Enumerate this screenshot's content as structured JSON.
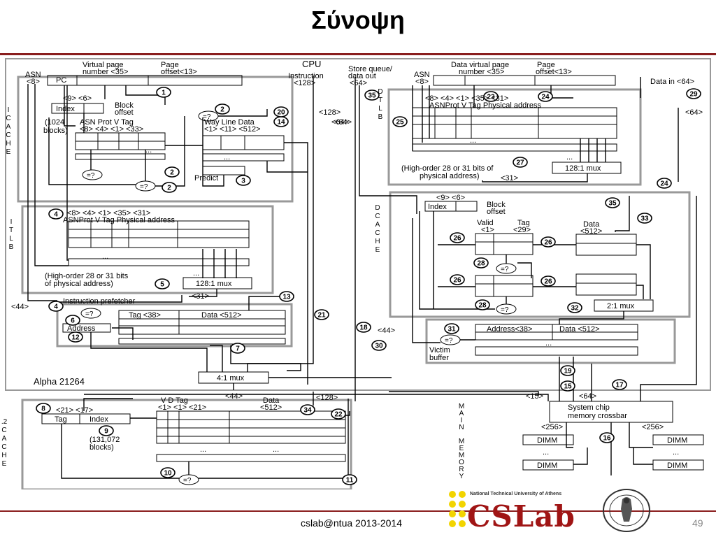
{
  "slide": {
    "title": "Σύνοψη",
    "footer": "cslab@ntua 2013-2014",
    "page_number": "49",
    "logo_text": "CSLab",
    "university": "National Technical University of Athens",
    "accent_color": "#8a1e1e",
    "logo_color": "#a01515",
    "dot_color": "#f2d400"
  },
  "diagram": {
    "cpu": "CPU",
    "alpha": "Alpha 21264",
    "pc": "PC",
    "asn": "ASN",
    "asn_bits": "<8>",
    "virtual_page": "Virtual page",
    "number_35": "number <35>",
    "page": "Page",
    "offset_13": "offset<13>",
    "instruction": "Instruction",
    "b128": "<128>",
    "store_queue": "Store queue/",
    "data_out": "data out",
    "b64": "<64>",
    "data_virtual_page": "Data virtual page",
    "data_in": "Data in <64>",
    "icache_bits": "<9>     <6>",
    "index": "Index",
    "block": "Block",
    "offset": "offset",
    "blocks_1024": "(1024",
    "blocks_word": "blocks)",
    "icache_fields": "ASN Prot  V    Tag",
    "icache_widths": "<8>   <4>  <1> <33>",
    "way_line_data": "Way Line  Data",
    "way_line_widths": "<1>  <11> <512>",
    "predict": "Predict",
    "eq": "=?",
    "itlb_widths": "<8> <4> <1>      <35>            <31>",
    "itlb_fields": "ASNProt V          Tag          Physical address",
    "high_order_1": "(High-order 28 or 31 bits",
    "high_order_2": "of physical  address)",
    "mux_128": "128:1 mux",
    "b31": "<31>",
    "b44": "<44>",
    "prefetcher": "Instruction prefetcher",
    "address": "Address",
    "tag_38": "Tag <38>",
    "data_512": "Data <512>",
    "mux_4": "4:1 mux",
    "dtlb_widths": "<8>  <4>  <1>        <35>              <31>",
    "dtlb_fields": "ASNProt  V           Tag          Physical address",
    "dtlb_high_1": "(High-order 28 or 31 bits of",
    "dtlb_high_2": "physical  address)",
    "valid": "Valid",
    "tag": "Tag",
    "valid_bits": "<1>",
    "tag_29": "<29>",
    "data": "Data",
    "d512": "<512>",
    "mux_2": "2:1 mux",
    "address_38": "Address<38>",
    "victim": "Victim",
    "buffer": "buffer",
    "b15": "<15>",
    "system_chip": "System chip",
    "memory_crossbar": "memory crossbar",
    "b256": "<256>",
    "dimm": "DIMM",
    "l2_tag": "Tag",
    "l2_index": "Index",
    "l2_widths": "<21>        <17>",
    "l2_vd": "V    D          Tag",
    "l2_vd_widths": "<1> <1>       <21>",
    "l2_blocks_1": "(131,072",
    "l2_blocks_2": "blocks)",
    "dots": "...",
    "icache_label": [
      "I",
      "C",
      "A",
      "C",
      "H",
      "E"
    ],
    "itlb_label": [
      "I",
      "T",
      "L",
      "B"
    ],
    "dtlb_label": [
      "D",
      "T",
      "L",
      "B"
    ],
    "dcache_label": [
      "D",
      "C",
      "A",
      "C",
      "H",
      "E"
    ],
    "l2_label": [
      ".2",
      "C",
      "A",
      "C",
      "H",
      "E"
    ],
    "main_memory_label": [
      "M",
      "A",
      "I",
      "N",
      "",
      "M",
      "E",
      "M",
      "O",
      "R",
      "Y"
    ],
    "step_numbers": [
      "1",
      "2",
      "2",
      "2",
      "3",
      "4",
      "4",
      "5",
      "6",
      "7",
      "8",
      "9",
      "10",
      "11",
      "12",
      "13",
      "14",
      "15",
      "16",
      "17",
      "18",
      "19",
      "20",
      "21",
      "22",
      "23",
      "24",
      "24",
      "25",
      "26",
      "26",
      "26",
      "26",
      "27",
      "28",
      "28",
      "29",
      "30",
      "31",
      "32",
      "33",
      "34",
      "35",
      "35"
    ]
  }
}
